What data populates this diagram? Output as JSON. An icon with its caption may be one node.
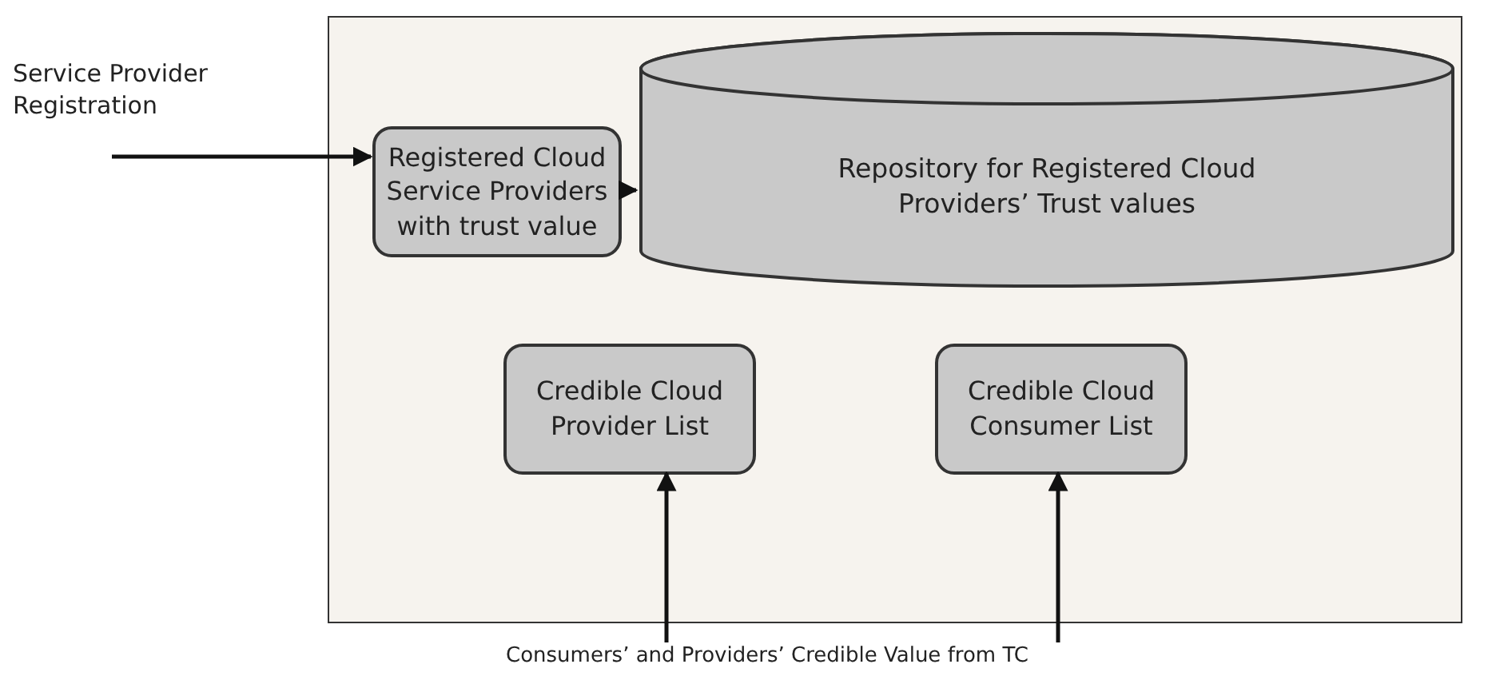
{
  "diagram": {
    "nodes": [
      {
        "text": [],
        "shape": "box"
      },
      {
        "text": [
          "Service Provider Registration"
        ]
      },
      {
        "text": [
          "Registered Cloud Service Providers with trust value"
        ],
        "in": 0
      },
      {
        "text": [
          "Repository for Registered Cloud Providers’ Trust values"
        ],
        "in": 0
      },
      {
        "text": [
          "Credible Cloud Provider List"
        ],
        "in": 0
      },
      {
        "text": [
          "Credible Cloud Consumer List"
        ],
        "in": 0
      },
      {
        "text": [
          "Consumers’ and Providers’ Credible Value from TC"
        ]
      }
    ],
    "edges": [
      {
        "from": 1,
        "to": 2,
        "arrow": "to"
      },
      {
        "from": 2,
        "to": 3,
        "arrow": "to"
      },
      {
        "from": 6,
        "to": 4,
        "arrow": "to"
      },
      {
        "from": 6,
        "to": 5,
        "arrow": "to"
      }
    ]
  }
}
